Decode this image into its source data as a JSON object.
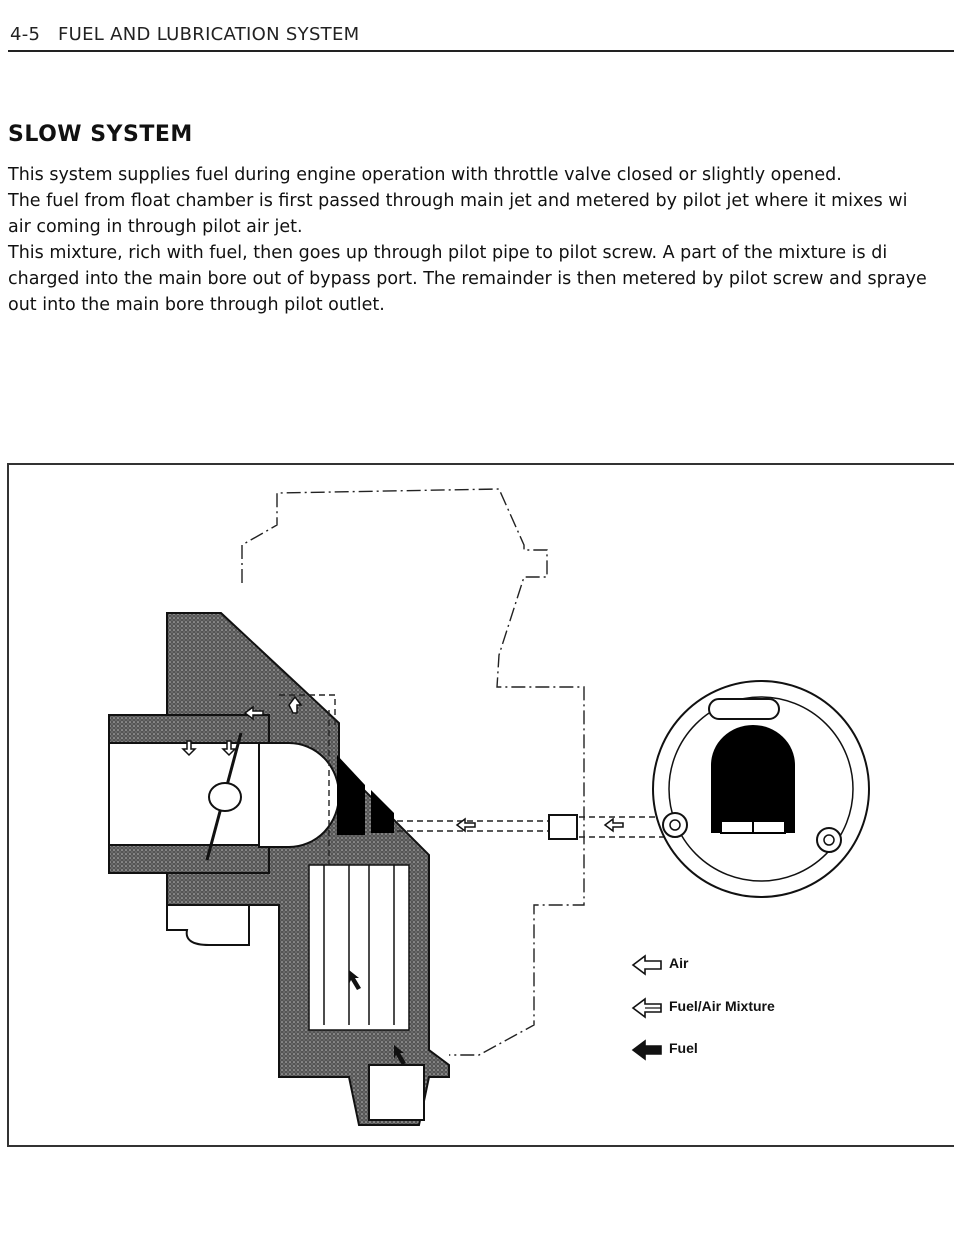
{
  "header": {
    "page_number": "4-5",
    "title": "FUEL AND LUBRICATION SYSTEM"
  },
  "section": {
    "title": "SLOW SYSTEM",
    "paragraphs": {
      "p1": [
        "This system supplies fuel during engine operation with throttle valve closed or slightly opened."
      ],
      "p2": [
        "The fuel from float chamber is first passed through main jet and metered by pilot jet where it mixes wi",
        "air coming in through pilot air jet."
      ],
      "p3": [
        "This mixture, rich with fuel, then goes up through pilot pipe to pilot screw. A part of the mixture is di",
        "charged into the main bore out of bypass port. The remainder is then metered by pilot screw and spraye",
        "out into the main bore through pilot outlet."
      ]
    }
  },
  "figure": {
    "legend": {
      "air": "Air",
      "fuel_air_mixture": "Fuel/Air Mixture",
      "fuel": "Fuel"
    }
  }
}
